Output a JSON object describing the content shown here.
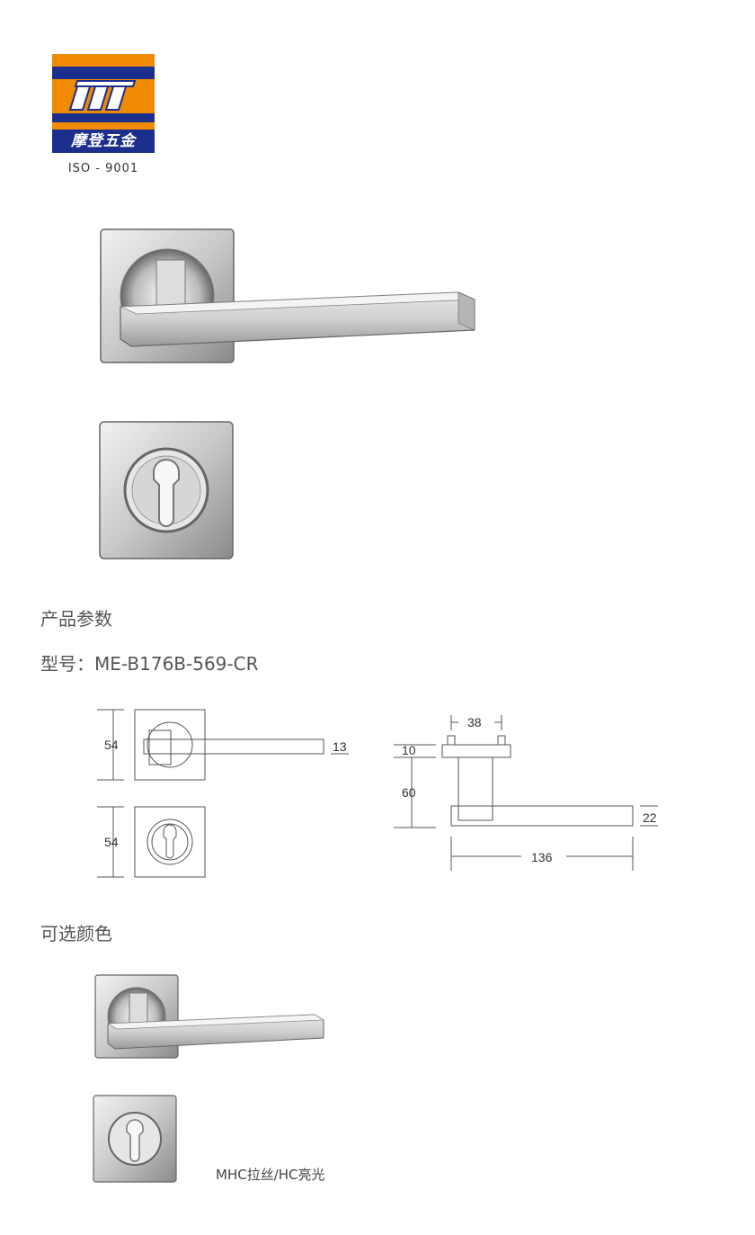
{
  "logo": {
    "brand_name": "摩登五金",
    "certification": "ISO - 9001",
    "colors": {
      "orange": "#f08a00",
      "blue": "#1d2f8c"
    },
    "icon": "triple-slash-logo-icon"
  },
  "sections": {
    "params_title": "产品参数",
    "model_label": "型号：ME-B176B-569-CR",
    "colors_title": "可选颜色"
  },
  "dimensions": {
    "rose_height_top": "54",
    "lever_thickness": "13",
    "rose_height_bottom": "54",
    "spindle_spacing": "38",
    "rose_depth": "10",
    "projection": "60",
    "lever_height": "22",
    "lever_length": "136"
  },
  "finish_caption": "MHC拉丝/HC亮光"
}
